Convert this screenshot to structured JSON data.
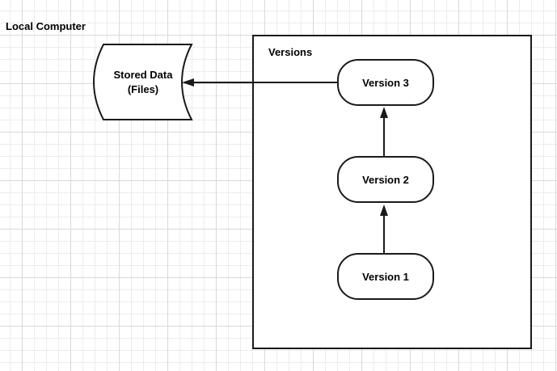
{
  "diagram": {
    "outer_label": "Local Computer",
    "container_label": "Versions",
    "stored_data_label": "Stored Data\n(Files)",
    "nodes": [
      {
        "id": "version-3",
        "label": "Version 3"
      },
      {
        "id": "version-2",
        "label": "Version 2"
      },
      {
        "id": "version-1",
        "label": "Version 1"
      }
    ],
    "edges": [
      {
        "from": "version-1",
        "to": "version-2",
        "arrow": "up"
      },
      {
        "from": "version-2",
        "to": "version-3",
        "arrow": "up"
      },
      {
        "from": "version-3",
        "to": "stored-data",
        "arrow": "left"
      }
    ],
    "colors": {
      "stroke": "#1a1a1a",
      "fill": "#ffffff",
      "text": "#000000",
      "grid_minor": "#ececec",
      "grid_major": "#d9d9d9"
    }
  }
}
